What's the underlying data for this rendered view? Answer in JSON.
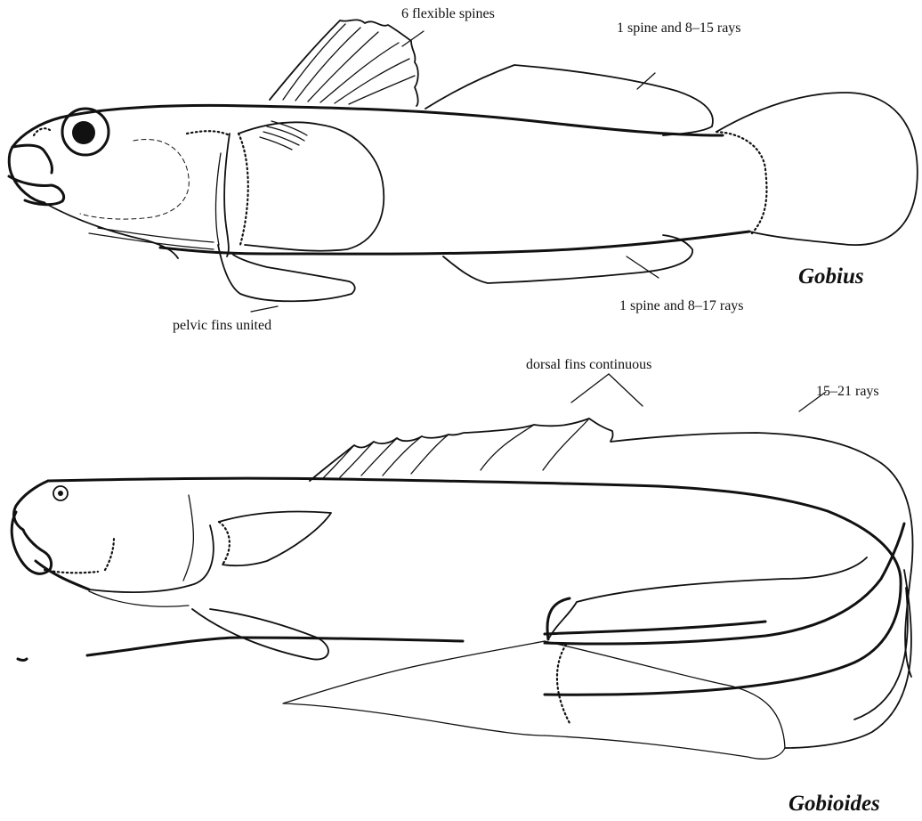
{
  "gobius": {
    "name": "Gobius",
    "labels": {
      "first_dorsal": "6 flexible spines",
      "second_dorsal": "1 spine and 8–15 rays",
      "anal": "1 spine and 8–17 rays",
      "pelvic": "pelvic fins united"
    }
  },
  "gobioides": {
    "name": "Gobioides",
    "labels": {
      "dorsal": "dorsal fins continuous",
      "rays": "15–21 rays"
    }
  },
  "colors": {
    "ink": "#111111",
    "paper": "#ffffff"
  }
}
